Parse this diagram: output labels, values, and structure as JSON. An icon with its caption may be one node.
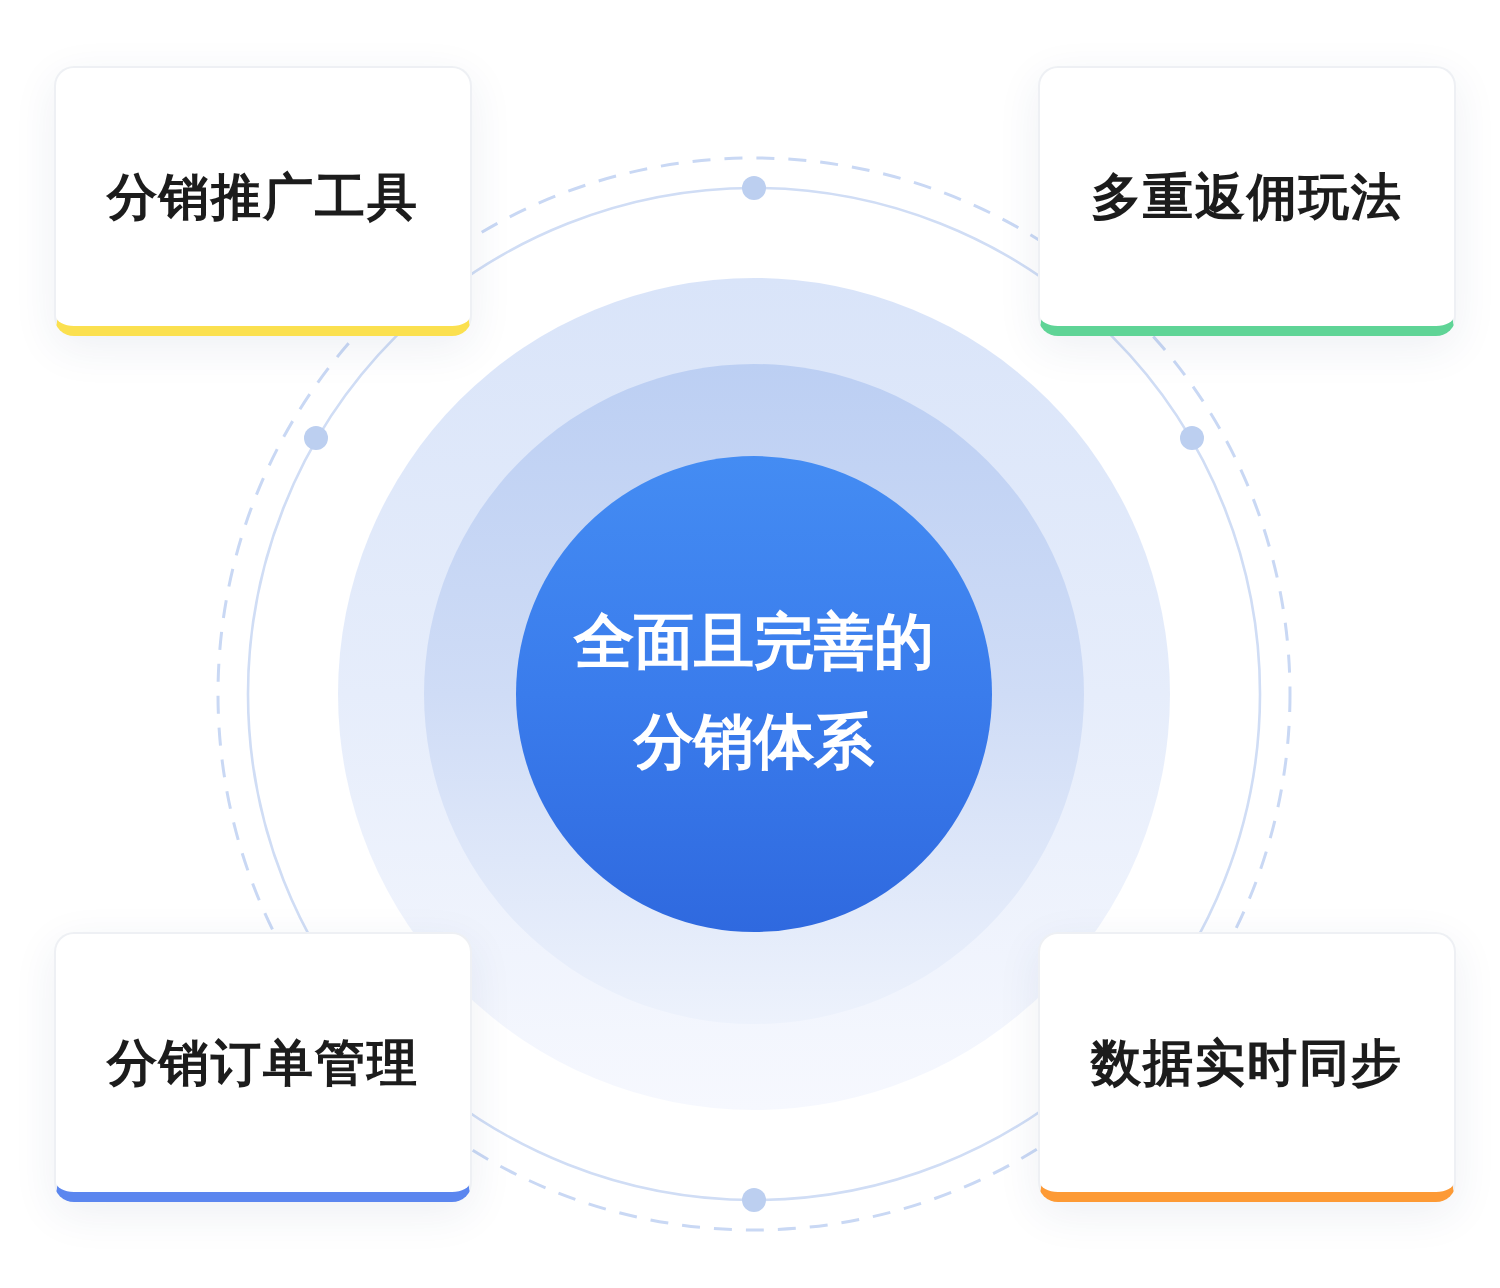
{
  "diagram": {
    "nodes": [
      {
        "text": [
          "分销推广工具"
        ]
      },
      {
        "text": [
          "多重返佣玩法"
        ]
      },
      {
        "text": [
          "全面且完善的分销体系"
        ]
      },
      {
        "text": [
          "分销订单管理"
        ]
      },
      {
        "text": [
          "数据实时同步"
        ]
      }
    ]
  }
}
